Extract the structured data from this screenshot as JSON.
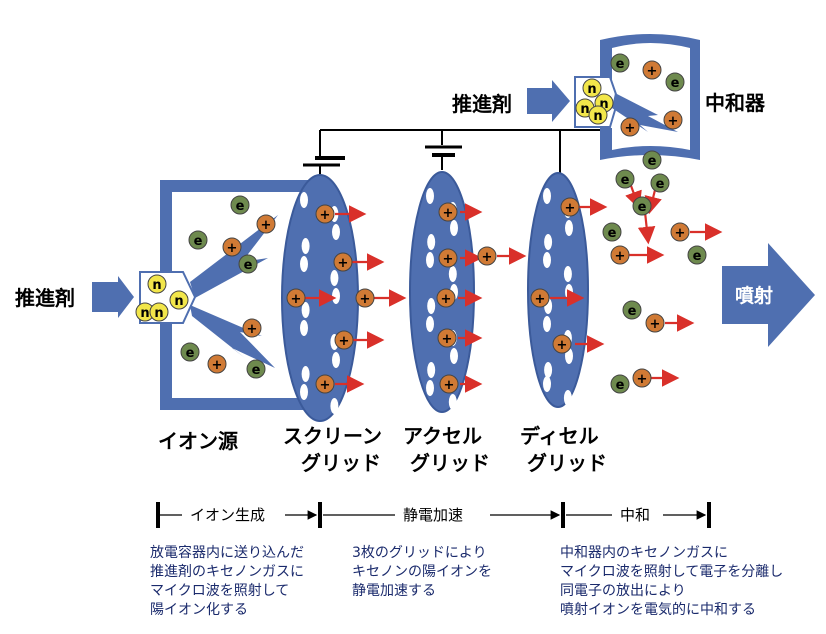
{
  "labels": {
    "propellant_left": "推進剤",
    "propellant_top": "推進剤",
    "neutralizer": "中和器",
    "exhaust": "噴射",
    "ion_source": "イオン源",
    "screen_grid_1": "スクリーン",
    "screen_grid_2": "グリッド",
    "accel_grid_1": "アクセル",
    "accel_grid_2": "グリッド",
    "decel_grid_1": "ディセル",
    "decel_grid_2": "グリッド"
  },
  "particles": {
    "neutral": "n",
    "electron": "e",
    "ion": "+"
  },
  "phases": [
    {
      "label": "イオン生成"
    },
    {
      "label": "静電加速"
    },
    {
      "label": "中和"
    }
  ],
  "descriptions": {
    "ion_generation": [
      "放電容器内に送り込んだ",
      "推進剤のキセノンガスに",
      "マイクロ波を照射して",
      "陽イオン化する"
    ],
    "acceleration": [
      "3枚のグリッドにより",
      "キセノンの陽イオンを",
      "静電加速する"
    ],
    "neutralization": [
      "中和器内のキセノンガスに",
      "マイクロ波を照射して電子を分離し",
      "同電子の放出により",
      "噴射イオンを電気的に中和する"
    ]
  },
  "colors": {
    "blue": "#4f6fb0",
    "blue_dark": "#3b5a9a",
    "arrow_red": "#d9302a",
    "ion_orange": "#d07a35",
    "electron_green": "#6e8a4e",
    "neutral_yellow": "#f2e64a"
  }
}
